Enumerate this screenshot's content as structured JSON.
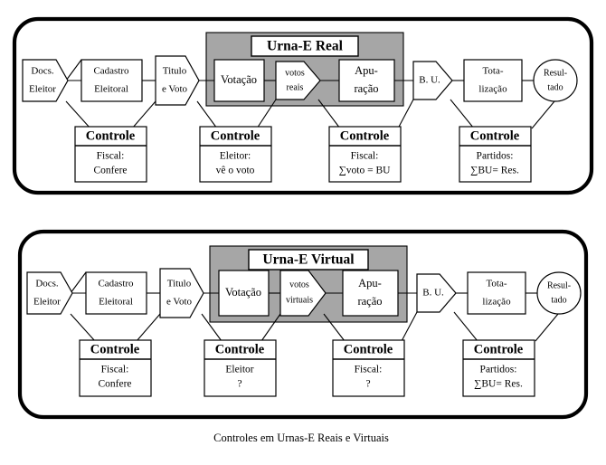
{
  "figure": {
    "caption": "Controles em Urnas-E Reais e Virtuais",
    "colors": {
      "urna_zone_fill": "#a6a6a6",
      "panel_stroke": "#000000",
      "node_fill": "#ffffff",
      "background": "#ffffff"
    }
  },
  "panels": [
    {
      "id": "real",
      "urna_title": "Urna-E Real",
      "nodes": [
        {
          "id": "docs",
          "shape": "pentagon-right",
          "lines": [
            "Docs.",
            "Eleitor"
          ]
        },
        {
          "id": "cadastro",
          "shape": "rect",
          "lines": [
            "Cadastro",
            "Eleitoral"
          ]
        },
        {
          "id": "titulo",
          "shape": "pentagon-right",
          "lines": [
            "Titulo",
            "e Voto"
          ]
        },
        {
          "id": "votacao",
          "shape": "rect",
          "lines": [
            "Votação"
          ]
        },
        {
          "id": "votos",
          "shape": "pentagon-right",
          "lines": [
            "votos",
            "reais"
          ]
        },
        {
          "id": "apuracao",
          "shape": "rect",
          "lines": [
            "Apu-",
            "ração"
          ]
        },
        {
          "id": "bu",
          "shape": "pentagon-right",
          "lines": [
            "B. U."
          ]
        },
        {
          "id": "totalizacao",
          "shape": "rect",
          "lines": [
            "Tota-",
            "lização"
          ]
        },
        {
          "id": "resultado",
          "shape": "ellipse",
          "lines": [
            "Resul-",
            "tado"
          ]
        }
      ],
      "controls": [
        {
          "id": "ctrl-1",
          "header": "Controle",
          "lines": [
            "Fiscal:",
            "Confere"
          ]
        },
        {
          "id": "ctrl-2",
          "header": "Controle",
          "lines": [
            "Eleitor:",
            "vê o voto"
          ]
        },
        {
          "id": "ctrl-3",
          "header": "Controle",
          "lines": [
            "Fiscal:",
            "∑voto = BU"
          ]
        },
        {
          "id": "ctrl-4",
          "header": "Controle",
          "lines": [
            "Partidos:",
            "∑BU= Res."
          ]
        }
      ]
    },
    {
      "id": "virtual",
      "urna_title": "Urna-E Virtual",
      "nodes": [
        {
          "id": "docs",
          "shape": "pentagon-right",
          "lines": [
            "Docs.",
            "Eleitor"
          ]
        },
        {
          "id": "cadastro",
          "shape": "rect",
          "lines": [
            "Cadastro",
            "Eleitoral"
          ]
        },
        {
          "id": "titulo",
          "shape": "pentagon-right",
          "lines": [
            "Titulo",
            "e Voto"
          ]
        },
        {
          "id": "votacao",
          "shape": "rect",
          "lines": [
            "Votação"
          ]
        },
        {
          "id": "votos",
          "shape": "pentagon-right",
          "lines": [
            "votos",
            "virtuais"
          ]
        },
        {
          "id": "apuracao",
          "shape": "rect",
          "lines": [
            "Apu-",
            "ração"
          ]
        },
        {
          "id": "bu",
          "shape": "pentagon-right",
          "lines": [
            "B. U."
          ]
        },
        {
          "id": "totalizacao",
          "shape": "rect",
          "lines": [
            "Tota-",
            "lização"
          ]
        },
        {
          "id": "resultado",
          "shape": "ellipse",
          "lines": [
            "Resul-",
            "tado"
          ]
        }
      ],
      "controls": [
        {
          "id": "ctrl-1",
          "header": "Controle",
          "lines": [
            "Fiscal:",
            "Confere"
          ]
        },
        {
          "id": "ctrl-2",
          "header": "Controle",
          "lines": [
            "Eleitor",
            "?"
          ]
        },
        {
          "id": "ctrl-3",
          "header": "Controle",
          "lines": [
            "Fiscal:",
            "?"
          ]
        },
        {
          "id": "ctrl-4",
          "header": "Controle",
          "lines": [
            "Partidos:",
            "∑BU= Res."
          ]
        }
      ]
    }
  ]
}
